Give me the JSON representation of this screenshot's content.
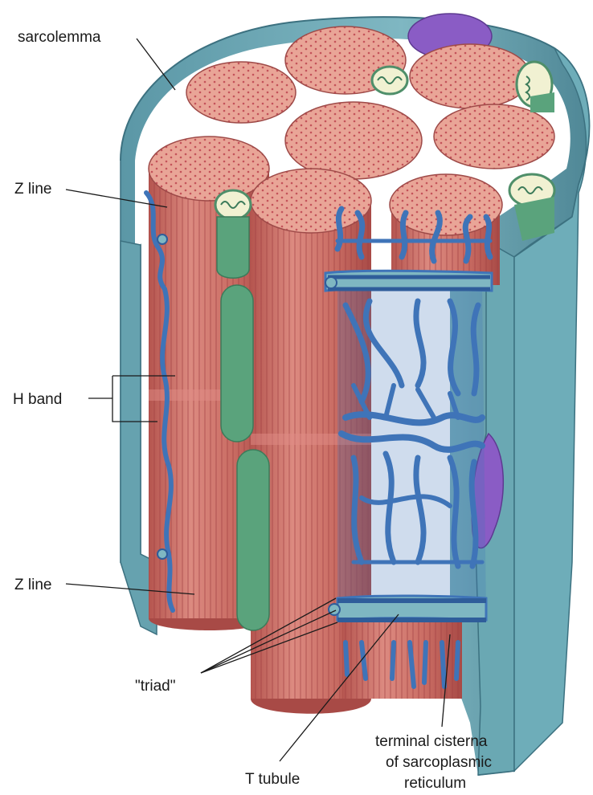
{
  "labels": {
    "sarcolemma": "sarcolemma",
    "z_line_top": "Z line",
    "h_band": "H band",
    "z_line_bottom": "Z line",
    "triad": "\"triad\"",
    "t_tubule": "T tubule",
    "terminal_cisterna_1": "terminal cisterna",
    "terminal_cisterna_2": "of sarcoplasmic",
    "terminal_cisterna_3": "reticulum"
  },
  "colors": {
    "myofibril": "#c97068",
    "myofibril_top": "#e79a8e",
    "myofibril_dot": "#c9575a",
    "sarcoplasmic_reticulum": "#3f74b8",
    "sarcolemma": "#6fa9b5",
    "mitochondria": "#5aa37c",
    "nucleus": "#8a5cc5"
  }
}
